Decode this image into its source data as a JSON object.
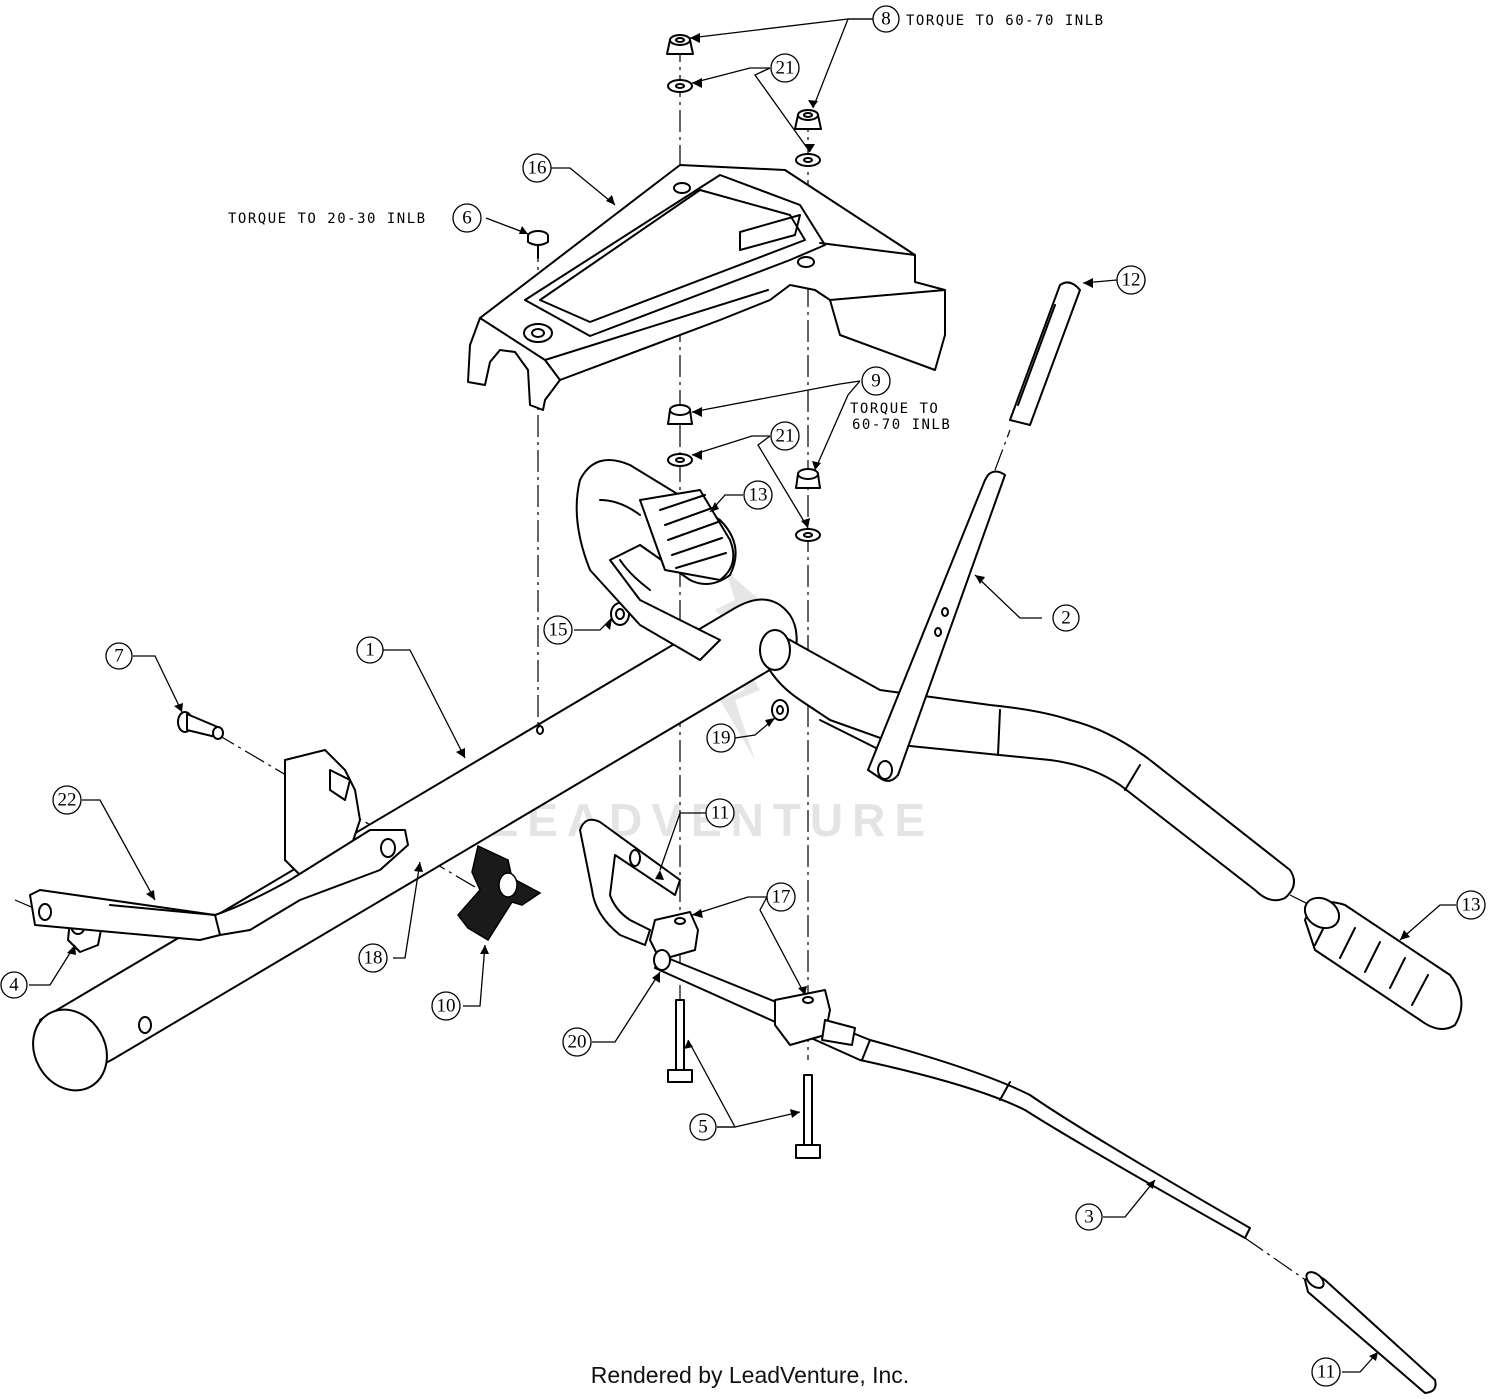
{
  "callouts": [
    "1",
    "2",
    "3",
    "4",
    "5",
    "6",
    "7",
    "8",
    "9",
    "10",
    "11",
    "11",
    "12",
    "13",
    "13",
    "15",
    "16",
    "17",
    "18",
    "19",
    "20",
    "21",
    "21",
    "22"
  ],
  "notes": {
    "torque_top": "TORQUE TO 60-70 INLB",
    "torque_left": "TORQUE TO 20-30 INLB",
    "torque_mid_line1": "TORQUE TO",
    "torque_mid_line2": "60-70 INLB"
  },
  "watermark": "LEADVENTURE",
  "footer": "Rendered by LeadVenture, Inc."
}
